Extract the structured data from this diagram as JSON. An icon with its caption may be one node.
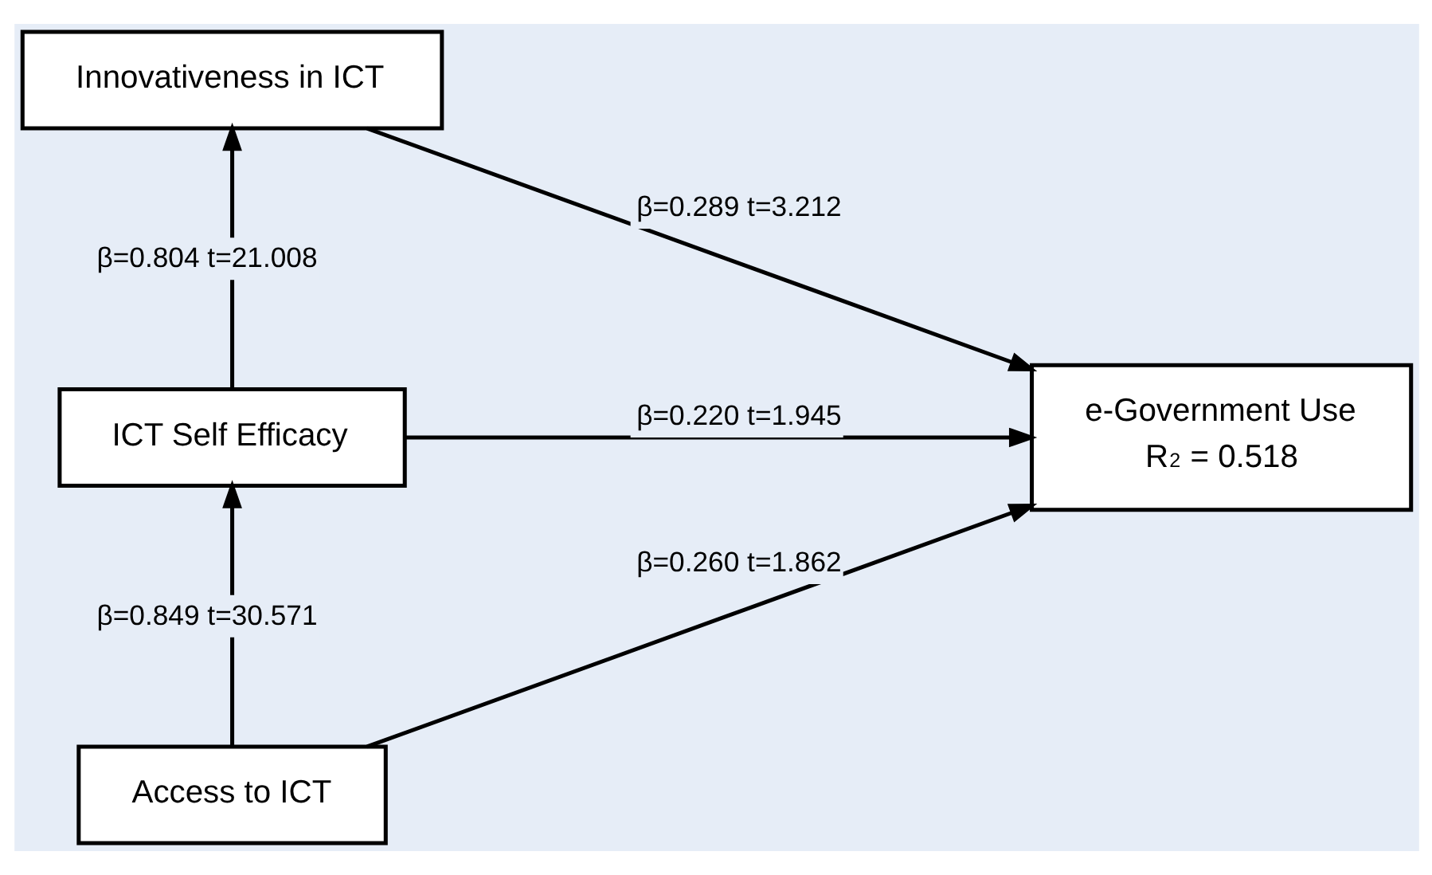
{
  "diagram": {
    "nodes": [
      {
        "text": [
          "Innovativeness in ICT"
        ]
      },
      {
        "text": [
          "ICT Self Efficacy"
        ]
      },
      {
        "text": [
          "Access to ICT"
        ]
      },
      {
        "text": [
          "e-Government Use",
          "R$^{2}$ = 0.518"
        ]
      }
    ],
    "edges": [
      {
        "from": 1,
        "to": 0,
        "arrow": "to",
        "label": "β=0.804 t=21.008"
      },
      {
        "from": 2,
        "to": 1,
        "arrow": "to",
        "label": "β=0.849 t=30.571"
      },
      {
        "from": 0,
        "to": 3,
        "arrow": "to",
        "label": "β=0.289 t=3.212"
      },
      {
        "from": 1,
        "to": 3,
        "arrow": "to",
        "label": "β=0.220 t=1.945"
      },
      {
        "from": 2,
        "to": 3,
        "arrow": "to",
        "label": "β=0.260 t=1.862"
      }
    ]
  }
}
